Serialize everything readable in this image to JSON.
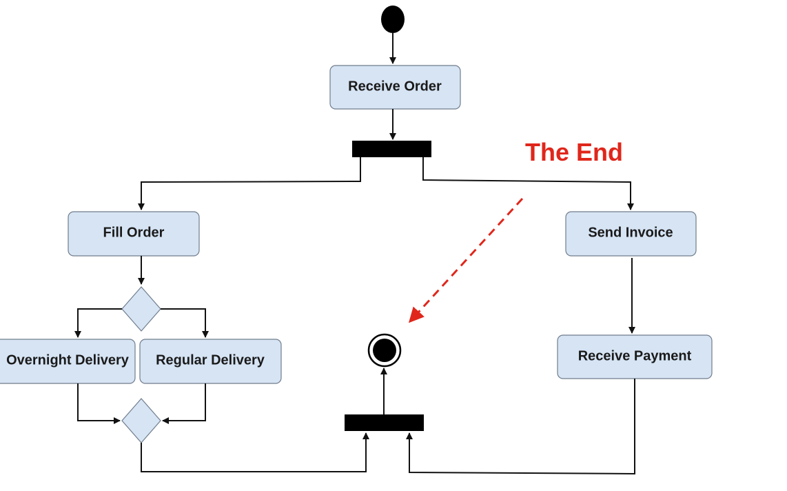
{
  "diagram": {
    "nodes": {
      "receive_order": "Receive Order",
      "fill_order": "Fill Order",
      "send_invoice": "Send Invoice",
      "overnight_delivery": "Overnight Delivery",
      "regular_delivery": "Regular Delivery",
      "receive_payment": "Receive Payment"
    },
    "annotation": {
      "text": "The End",
      "color": "#e0261b"
    }
  }
}
